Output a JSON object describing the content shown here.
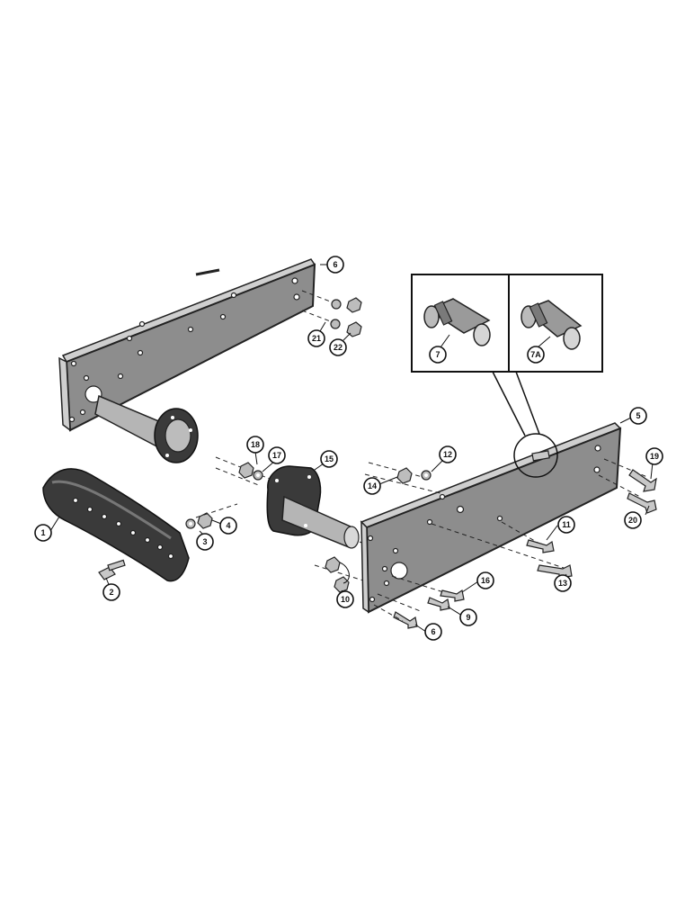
{
  "callouts": {
    "c1": "1",
    "c2": "2",
    "c3": "3",
    "c4": "4",
    "c5": "5",
    "c6a": "6",
    "c6b": "6",
    "c7": "7",
    "c7a": "7A",
    "c9": "9",
    "c10": "10",
    "c11": "11",
    "c12": "12",
    "c13": "13",
    "c14": "14",
    "c15": "15",
    "c16": "16",
    "c17": "17",
    "c18": "18",
    "c19": "19",
    "c20": "20",
    "c21": "21",
    "c22": "22"
  }
}
